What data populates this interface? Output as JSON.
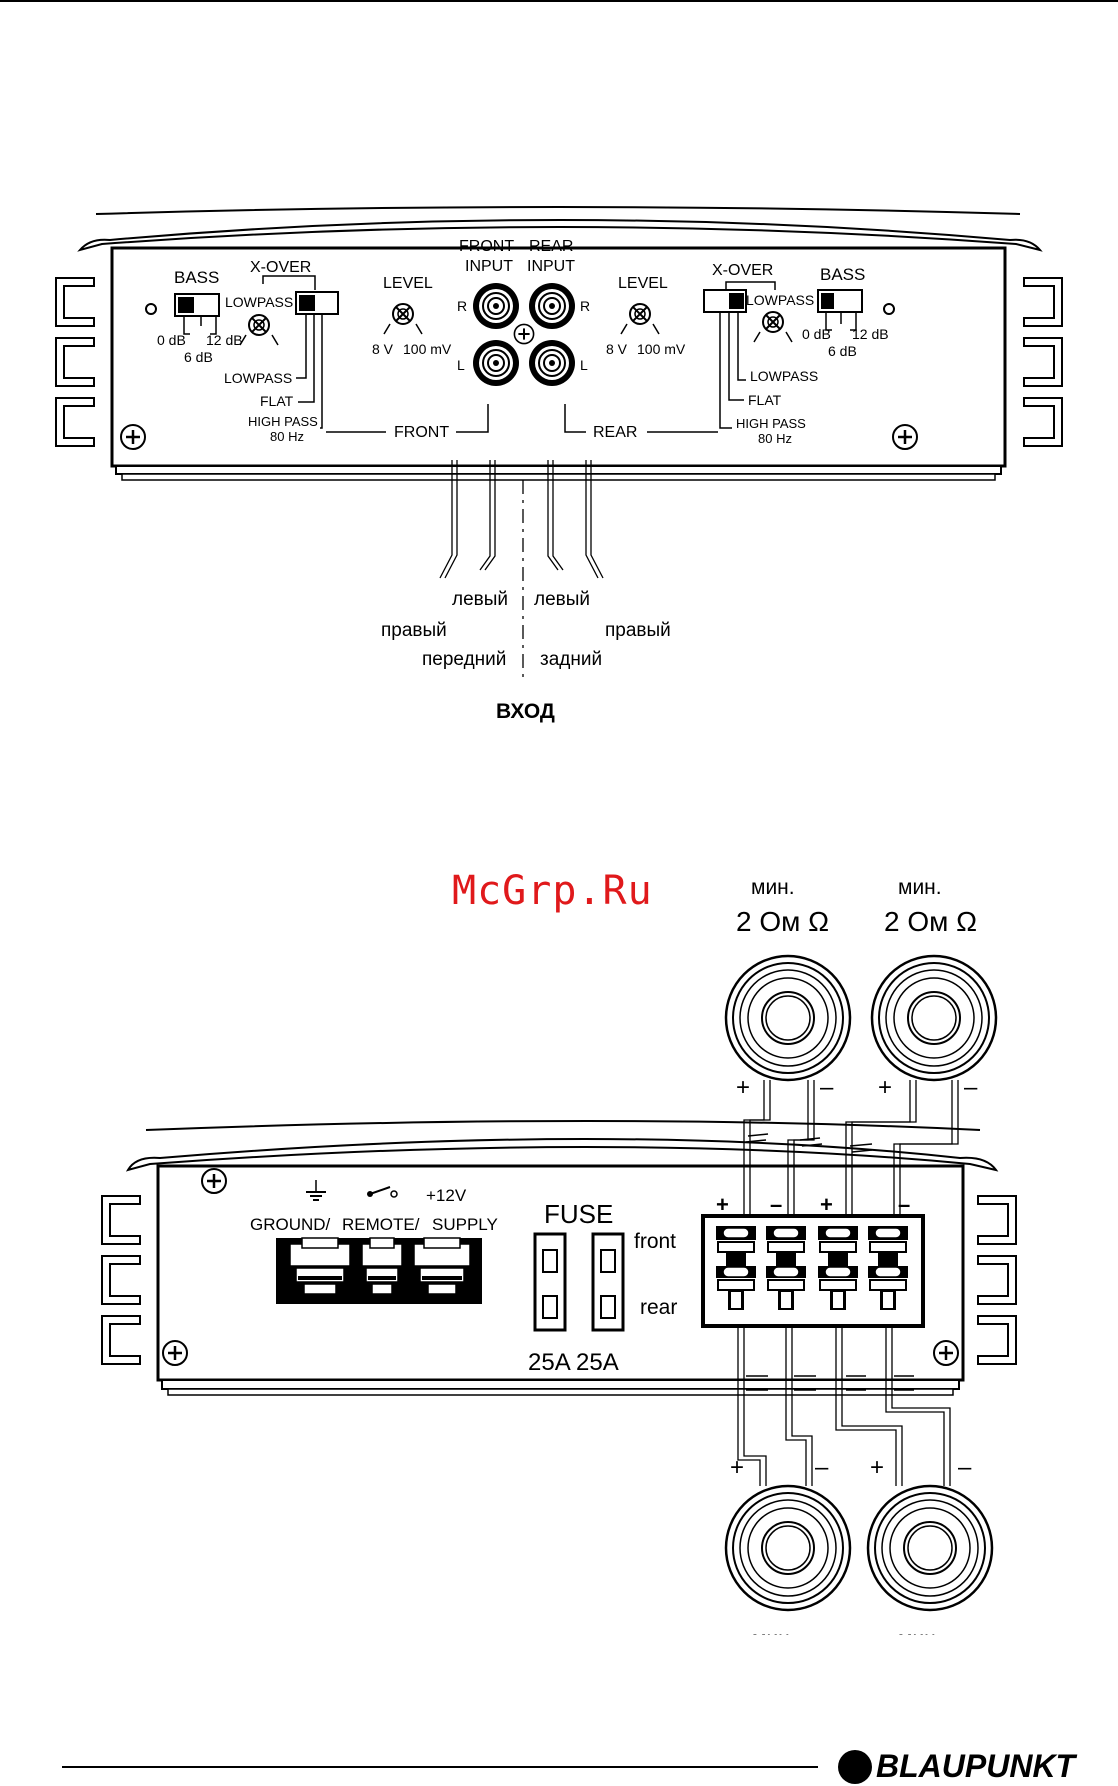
{
  "top_panel": {
    "left_bass": "BASS",
    "left_xover": "X-OVER",
    "left_lowpass_top": "LOWPASS",
    "left_db": [
      "0 dB",
      "12 dB",
      "6 dB"
    ],
    "left_lowpass": "LOWPASS",
    "left_flat": "FLAT",
    "left_highpass": "HIGH PASS",
    "left_80hz": "80 Hz",
    "left_level": "LEVEL",
    "left_level_range": [
      "8 V",
      "100 mV"
    ],
    "front_input": [
      "FRONT",
      "INPUT"
    ],
    "rear_input": [
      "REAR",
      "INPUT"
    ],
    "r_label": "R",
    "l_label": "L",
    "front": "FRONT",
    "rear": "REAR",
    "right_level": "LEVEL",
    "right_level_range": [
      "8 V",
      "100 mV"
    ],
    "right_xover": "X-OVER",
    "right_bass": "BASS",
    "right_lowpass_top": "LOWPASS",
    "right_db": [
      "0 dB",
      "12 dB",
      "6 dB"
    ],
    "right_lowpass": "LOWPASS",
    "right_flat": "FLAT",
    "right_highpass": "HIGH PASS",
    "right_80hz": "80 Hz"
  },
  "input_labels": {
    "front_left": "левый",
    "front_right": "правый",
    "front": "передний",
    "rear_left": "левый",
    "rear_right": "правый",
    "rear": "задний",
    "input": "ВХОД"
  },
  "watermark": "McGrp.Ru",
  "speakers": {
    "min": "мин.",
    "impedance": "2 Ом Ω",
    "plus": "+",
    "minus": "–"
  },
  "bottom_panel": {
    "ground": "GROUND/",
    "remote": "REMOTE/",
    "supply": "SUPPLY",
    "plus12v": "+12V",
    "fuse": "FUSE",
    "front": "front",
    "rear": "rear",
    "fuse_rating": "25A 25A",
    "cut_label": "мин"
  },
  "brand": "BLAUPUNKT"
}
